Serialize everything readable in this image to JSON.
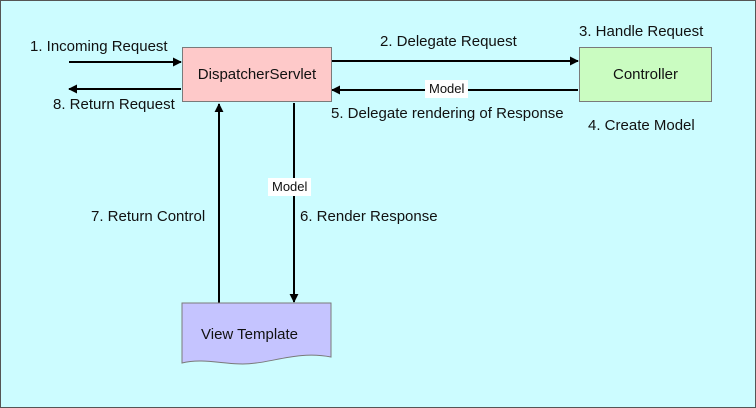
{
  "colors": {
    "background": "#ccfcff",
    "dispatcher": "#fec9c9",
    "controller": "#cafcc1",
    "view": "#c5c4ff",
    "arrow": "#000000"
  },
  "nodes": {
    "dispatcher": "DispatcherServlet",
    "controller": "Controller",
    "view": "View Template"
  },
  "edges": {
    "incoming_request": "1. Incoming Request",
    "delegate_request": "2. Delegate Request",
    "handle_request": "3. Handle Request",
    "create_model": "4. Create Model",
    "delegate_rendering": "5. Delegate rendering of Response",
    "render_response": "6. Render Response",
    "return_control": "7. Return Control",
    "return_request": "8. Return Request"
  },
  "tags": {
    "model_horizontal": "Model",
    "model_vertical": "Model"
  }
}
